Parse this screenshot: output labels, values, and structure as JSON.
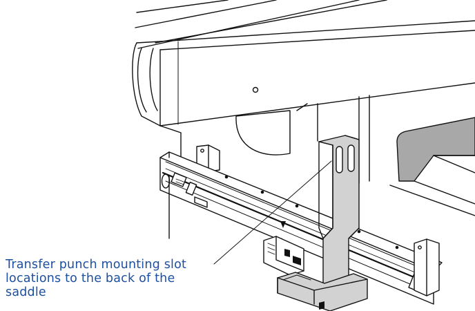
{
  "callout": {
    "lines": [
      "Transfer punch mounting slot",
      "locations to the back of the",
      "saddle"
    ]
  },
  "colors": {
    "label_text": "#1d4fa0",
    "outline": "#111111",
    "shade_light": "#d2d2d2",
    "shade_dark": "#a8a8a8",
    "background": "#ffffff"
  }
}
